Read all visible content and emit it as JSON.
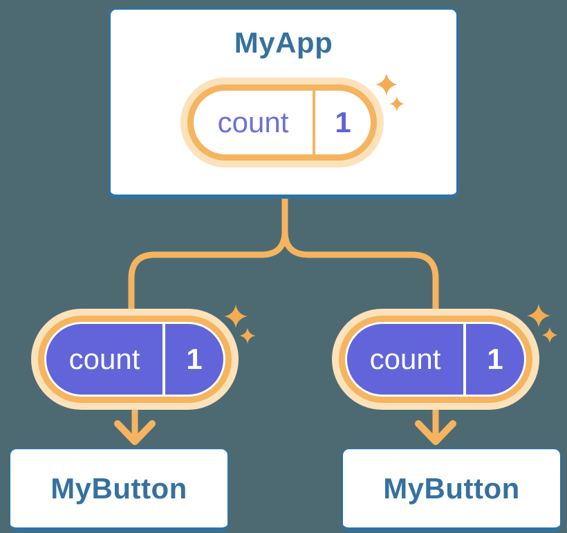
{
  "diagram": {
    "description": "component-tree-state-diagram",
    "background_color": "#4D6A73",
    "colors": {
      "card_border": "#2E73A3",
      "card_text": "#35719E",
      "pill_halo": "#FCE2BA",
      "pill_ring_orange": "#F5B45F",
      "connector_orange": "#F5B45F",
      "sparkle_orange": "#F3AC52",
      "pill_fill_purple": "#6165D9",
      "pill_text_purple": "#6B6FDC",
      "pill_text_white": "#FFFFFF"
    },
    "icons": {
      "sparkle": "four-point-star-sparkle-icon",
      "arrow": "arrow-down-chevron-icon"
    },
    "root_component": {
      "title": "MyApp",
      "state": {
        "name": "count",
        "value": "1"
      }
    },
    "child_components": [
      {
        "title": "MyButton",
        "state": {
          "name": "count",
          "value": "1"
        }
      },
      {
        "title": "MyButton",
        "state": {
          "name": "count",
          "value": "1"
        }
      }
    ]
  }
}
